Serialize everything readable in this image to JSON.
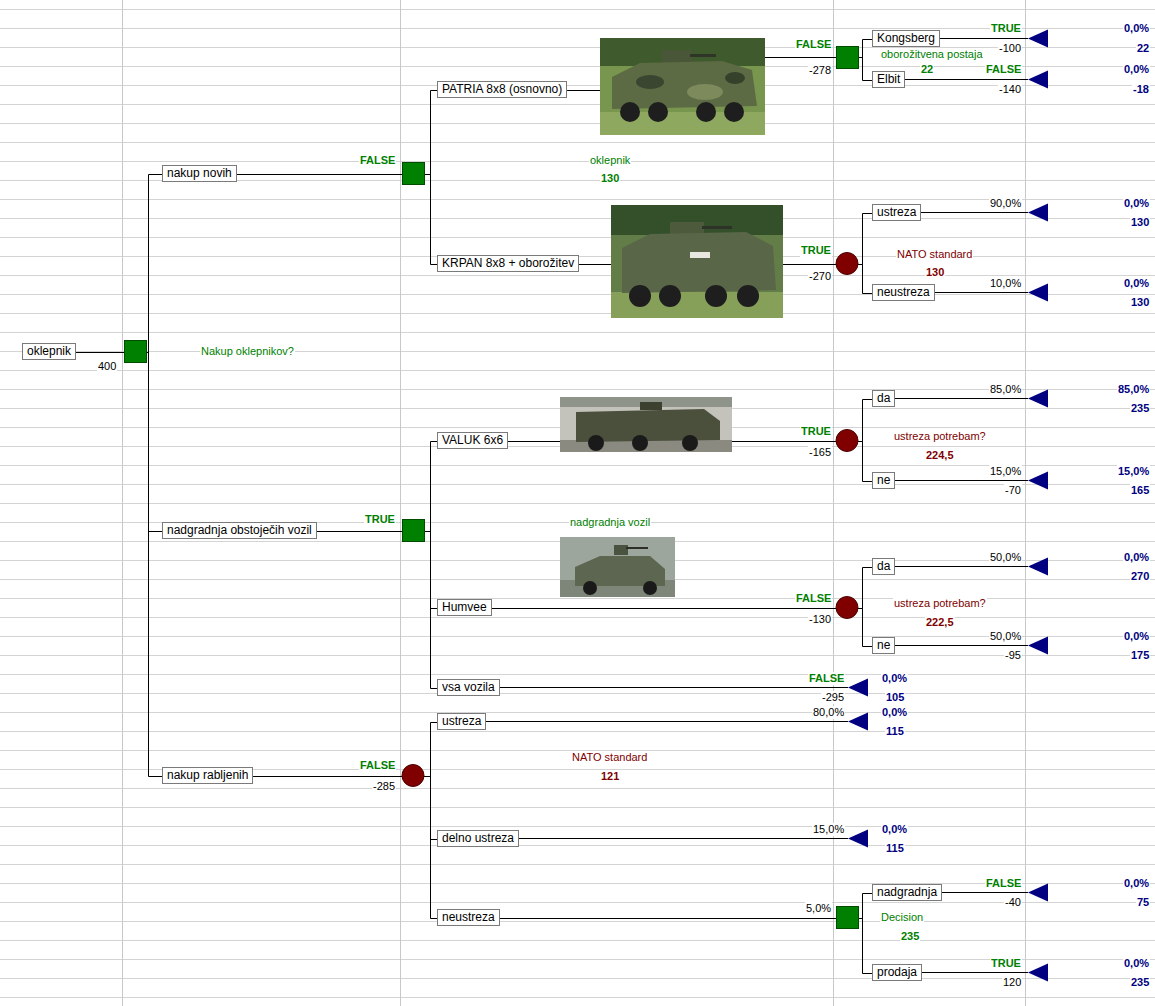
{
  "diagram": {
    "nodes": [
      {
        "text": [
          "oklepnik"
        ]
      },
      {
        "text": [
          "nakup novih"
        ]
      },
      {
        "text": [
          "PATRIA 8x8 (osnovno)"
        ]
      },
      {
        "text": [
          "Kongsberg"
        ]
      },
      {
        "text": [
          "Elbit"
        ]
      },
      {
        "text": [
          "KRPAN 8x8 + oborožitev"
        ]
      },
      {
        "text": [
          "ustreza"
        ]
      },
      {
        "text": [
          "neustreza"
        ]
      },
      {
        "text": [
          "nadgradnja obstoječih vozil"
        ]
      },
      {
        "text": [
          "VALUK 6x6"
        ]
      },
      {
        "text": [
          "da"
        ]
      },
      {
        "text": [
          "ne"
        ]
      },
      {
        "text": [
          "Humvee"
        ]
      },
      {
        "text": [
          "da"
        ]
      },
      {
        "text": [
          "ne"
        ]
      },
      {
        "text": [
          "vsa vozila"
        ]
      },
      {
        "text": [
          "nakup rabljenih"
        ]
      },
      {
        "text": [
          "ustreza"
        ]
      },
      {
        "text": [
          "delno ustreza"
        ]
      },
      {
        "text": [
          "neustreza"
        ]
      },
      {
        "text": [
          "nadgradnja"
        ]
      },
      {
        "text": [
          "prodaja"
        ]
      }
    ],
    "edges": [
      {
        "from": 0,
        "to": 1,
        "arrow": "none"
      },
      {
        "from": 0,
        "to": 8,
        "arrow": "none"
      },
      {
        "from": 0,
        "to": 16,
        "arrow": "none"
      },
      {
        "from": 1,
        "to": 2,
        "arrow": "none"
      },
      {
        "from": 1,
        "to": 5,
        "arrow": "none"
      },
      {
        "from": 2,
        "to": 3,
        "arrow": "none"
      },
      {
        "from": 2,
        "to": 4,
        "arrow": "none"
      },
      {
        "from": 5,
        "to": 6,
        "arrow": "none"
      },
      {
        "from": 5,
        "to": 7,
        "arrow": "none"
      },
      {
        "from": 8,
        "to": 9,
        "arrow": "none"
      },
      {
        "from": 8,
        "to": 12,
        "arrow": "none"
      },
      {
        "from": 8,
        "to": 15,
        "arrow": "none"
      },
      {
        "from": 9,
        "to": 10,
        "arrow": "none"
      },
      {
        "from": 9,
        "to": 11,
        "arrow": "none"
      },
      {
        "from": 12,
        "to": 13,
        "arrow": "none"
      },
      {
        "from": 12,
        "to": 14,
        "arrow": "none"
      },
      {
        "from": 16,
        "to": 17,
        "arrow": "none"
      },
      {
        "from": 16,
        "to": 18,
        "arrow": "none"
      },
      {
        "from": 16,
        "to": 19,
        "arrow": "none"
      },
      {
        "from": 19,
        "to": 20,
        "arrow": "none"
      },
      {
        "from": 19,
        "to": 21,
        "arrow": "none"
      }
    ],
    "labels": [
      "400",
      "Nakup oklepnikov?",
      "FALSE",
      "oklepnik",
      "130",
      "FALSE",
      "-278",
      "oborožitvena postaja",
      "22",
      "TRUE",
      "-100",
      "0,0%",
      "22",
      "FALSE",
      "-140",
      "0,0%",
      "-18",
      "TRUE",
      "-270",
      "NATO standard",
      "130",
      "90,0%",
      "0,0%",
      "130",
      "10,0%",
      "0,0%",
      "130",
      "TRUE",
      "-165",
      "ustreza potrebam?",
      "224,5",
      "85,0%",
      "85,0%",
      "235",
      "15,0%",
      "-70",
      "15,0%",
      "165",
      "TRUE",
      "nadgradnja vozil",
      "FALSE",
      "-130",
      "ustreza potrebam?",
      "222,5",
      "50,0%",
      "0,0%",
      "270",
      "50,0%",
      "-95",
      "0,0%",
      "175",
      "FALSE",
      "-295",
      "0,0%",
      "105",
      "FALSE",
      "-285",
      "NATO standard",
      "121",
      "80,0%",
      "0,0%",
      "115",
      "15,0%",
      "0,0%",
      "115",
      "5,0%",
      "Decision",
      "235",
      "FALSE",
      "-40",
      "0,0%",
      "75",
      "TRUE",
      "120",
      "0,0%",
      "235"
    ]
  }
}
